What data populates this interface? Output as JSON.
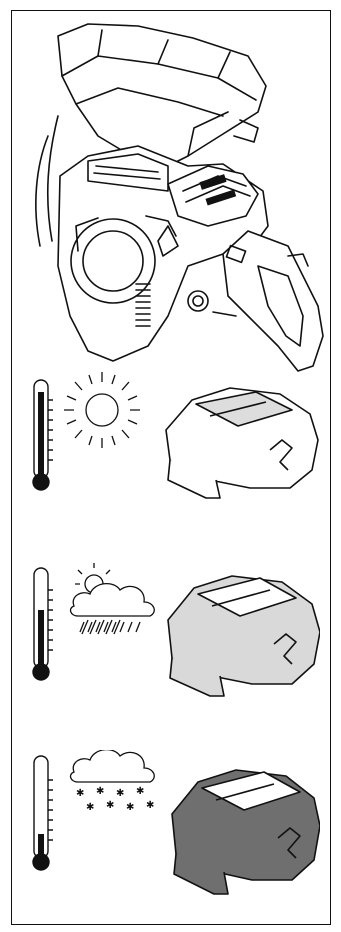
{
  "figure": {
    "illustration_1": "chainsaw-with-air-intake-cover-removed",
    "rows": [
      {
        "condition": "warm",
        "weather_icon": "sun-icon",
        "thermometer_level": 0.85,
        "cover_shade": "#ffffff"
      },
      {
        "condition": "cool-rainy",
        "weather_icon": "rain-cloud-sun-icon",
        "thermometer_level": 0.55,
        "cover_shade": "#d9d9d9"
      },
      {
        "condition": "cold-snowy",
        "weather_icon": "snow-cloud-icon",
        "thermometer_level": 0.25,
        "cover_shade": "#6f6f6f"
      }
    ]
  }
}
